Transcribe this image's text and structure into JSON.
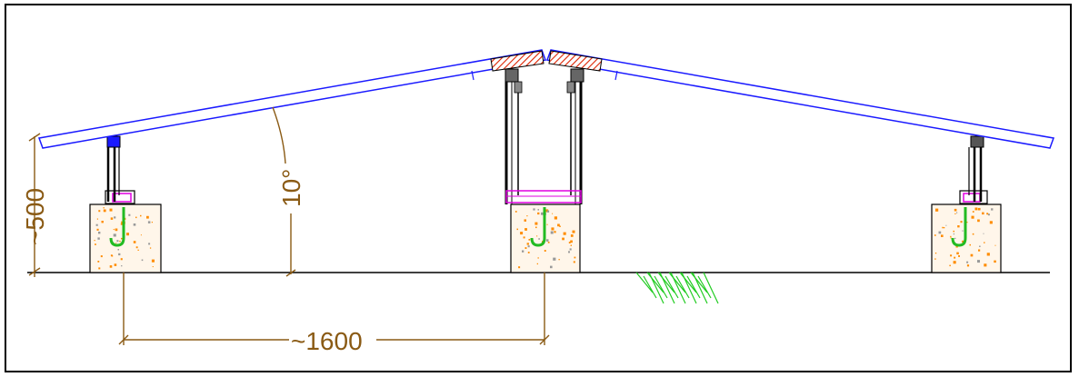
{
  "drawing": {
    "dimensions": {
      "height_label": "~500",
      "angle_label": "10°",
      "span_label": "~1600"
    },
    "colors": {
      "frame": "#000000",
      "panel": "#1a1aff",
      "dimension": "#8a5a14",
      "hook": "#22bb22",
      "bracket": "#e000e0",
      "clamp_hatch": "#dd2200",
      "concrete_fill": "#ffe8c8",
      "concrete_speckle": "#ff8c00",
      "grass": "#22cc22"
    }
  }
}
